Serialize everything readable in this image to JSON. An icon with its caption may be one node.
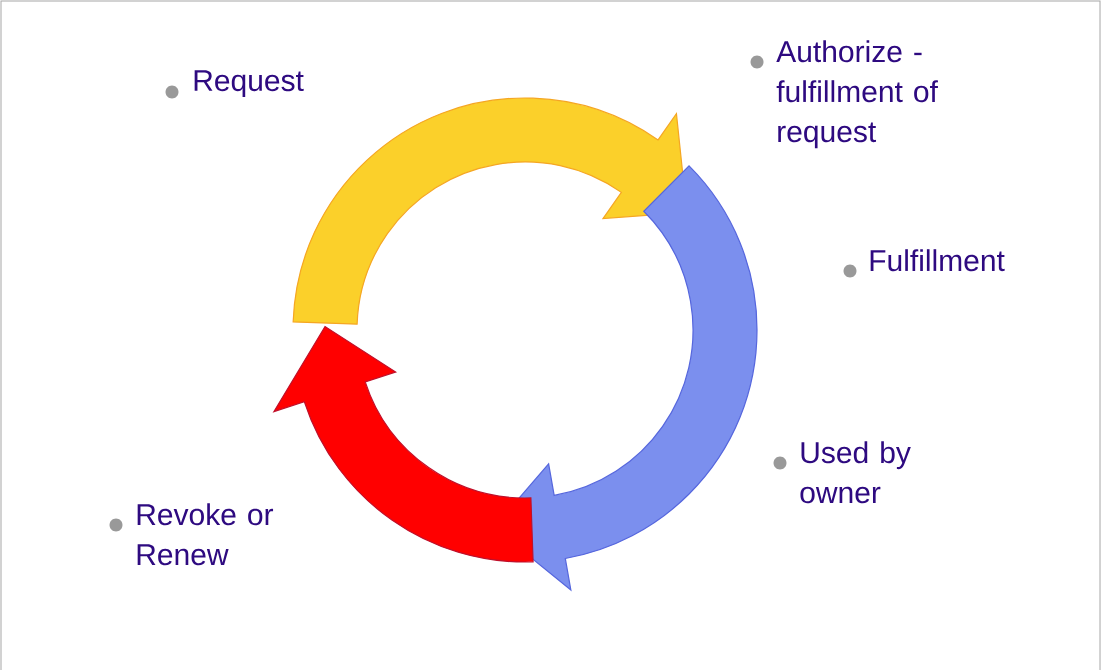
{
  "diagram": {
    "labels": [
      "Request",
      "Authorize - fulfillment of request",
      "Fulfillment",
      "Used by owner",
      "Revoke or Renew"
    ]
  }
}
